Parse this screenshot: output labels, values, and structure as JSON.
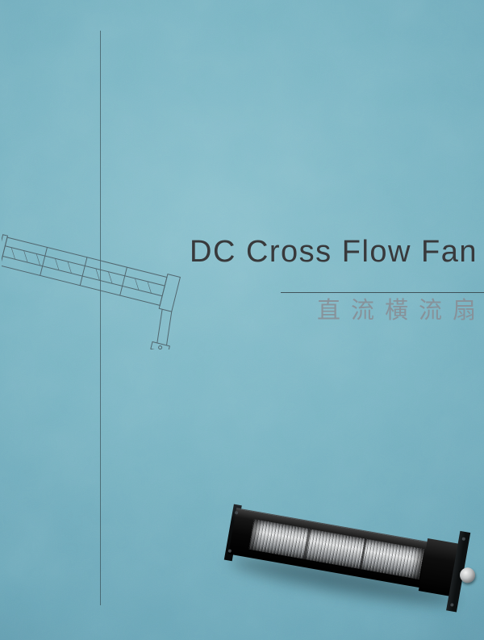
{
  "page": {
    "title": "DC Cross Flow Fan",
    "subtitle": "直流橫流扇"
  },
  "colors": {
    "background": "#7ab6c5",
    "title_text": "#38393b",
    "subtitle_text": "#87929a",
    "rule_line": "#39464c"
  },
  "images": {
    "wireframe": "cross-flow-fan-line-drawing",
    "product": "dc-cross-flow-fan-product-photo"
  }
}
